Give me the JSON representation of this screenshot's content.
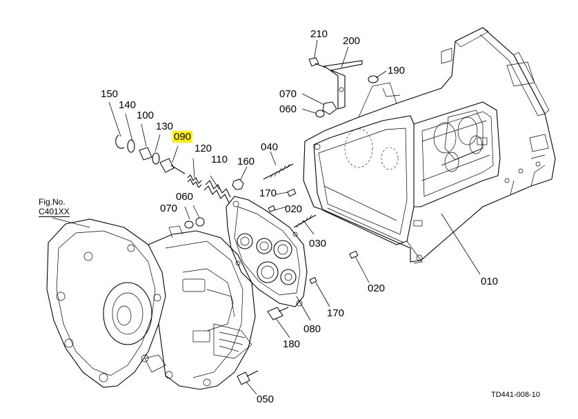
{
  "diagram": {
    "figure_label": "Fig.No.",
    "figure_code": "C401XX",
    "reference_code": "TD441-008-10",
    "highlight_color": "#fff200",
    "callouts": {
      "c010": "010",
      "c020a": "020",
      "c020b": "020",
      "c030": "030",
      "c040": "040",
      "c050": "050",
      "c060a": "060",
      "c060b": "060",
      "c070a": "070",
      "c070b": "070",
      "c080": "080",
      "c090": "090",
      "c100": "100",
      "c110": "110",
      "c120": "120",
      "c130": "130",
      "c140": "140",
      "c150": "150",
      "c160": "160",
      "c170a": "170",
      "c170b": "170",
      "c180": "180",
      "c190": "190",
      "c200": "200",
      "c210": "210"
    }
  }
}
